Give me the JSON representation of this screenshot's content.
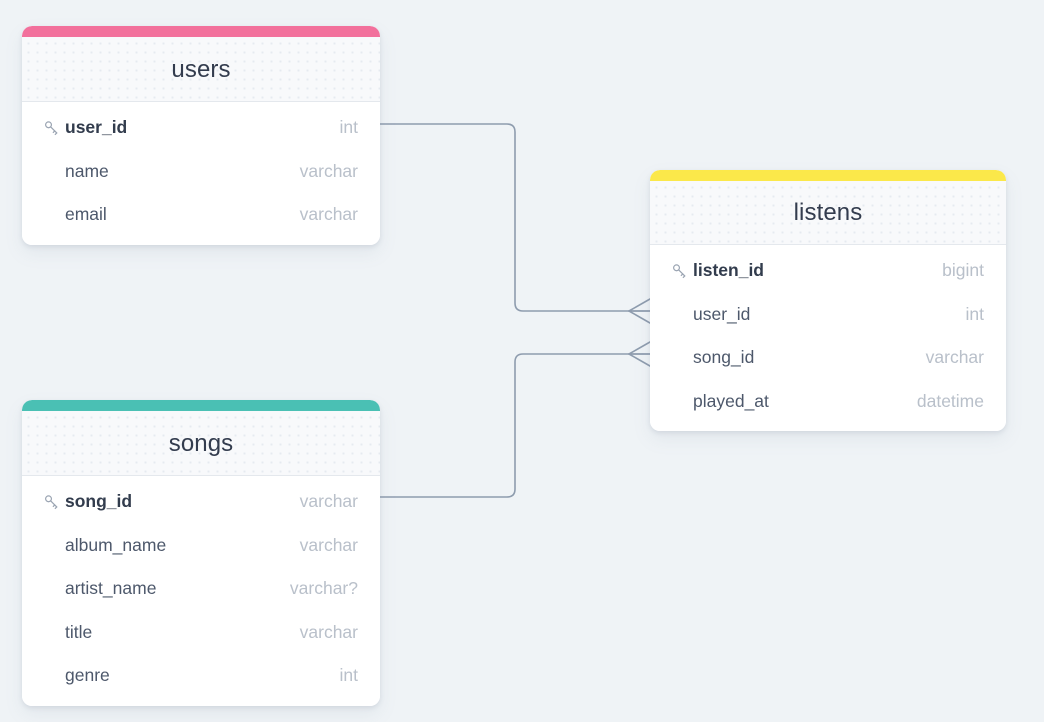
{
  "diagram": {
    "background_color": "#eff3f6",
    "title": "",
    "tables": [
      {
        "name": "users",
        "accent_color": "#f2709c",
        "fields": [
          {
            "name": "user_id",
            "type": "int",
            "primary_key": true
          },
          {
            "name": "name",
            "type": "varchar",
            "primary_key": false
          },
          {
            "name": "email",
            "type": "varchar",
            "primary_key": false
          }
        ]
      },
      {
        "name": "listens",
        "accent_color": "#fbe84a",
        "fields": [
          {
            "name": "listen_id",
            "type": "bigint",
            "primary_key": true
          },
          {
            "name": "user_id",
            "type": "int",
            "primary_key": false
          },
          {
            "name": "song_id",
            "type": "varchar",
            "primary_key": false
          },
          {
            "name": "played_at",
            "type": "datetime",
            "primary_key": false
          }
        ]
      },
      {
        "name": "songs",
        "accent_color": "#4ac0b4",
        "fields": [
          {
            "name": "song_id",
            "type": "varchar",
            "primary_key": true
          },
          {
            "name": "album_name",
            "type": "varchar",
            "primary_key": false
          },
          {
            "name": "artist_name",
            "type": "varchar?",
            "primary_key": false
          },
          {
            "name": "title",
            "type": "varchar",
            "primary_key": false
          },
          {
            "name": "genre",
            "type": "int",
            "primary_key": false
          }
        ]
      }
    ],
    "relationships": [
      {
        "from_table": "users",
        "from_field": "user_id",
        "to_table": "listens",
        "to_field": "user_id",
        "cardinality": "one-to-many",
        "line_color": "#8e9cae"
      },
      {
        "from_table": "songs",
        "from_field": "song_id",
        "to_table": "listens",
        "to_field": "song_id",
        "cardinality": "one-to-many",
        "line_color": "#8e9cae"
      }
    ],
    "icons": {
      "primary_key": "key-icon"
    }
  }
}
